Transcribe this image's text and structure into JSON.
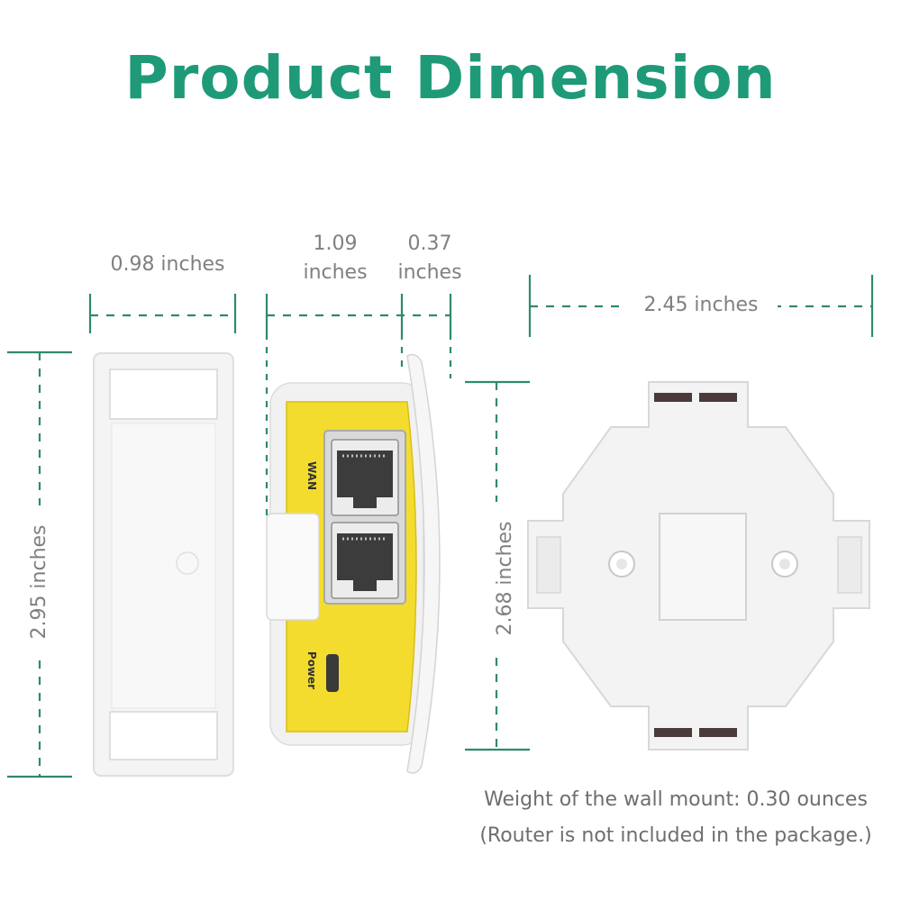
{
  "title": "Product Dimension",
  "dimensions": {
    "cover_width": "0.98 inches",
    "router_width_line1": "1.09",
    "router_width_line2": "inches",
    "clip_depth_line1": "0.37",
    "clip_depth_line2": "inches",
    "mount_width": "2.45 inches",
    "cover_height": "2.95 inches",
    "mount_height": "2.68 inches"
  },
  "router": {
    "port_label_wan": "WAN",
    "port_label_power": "Power"
  },
  "notes": {
    "weight": "Weight of the wall mount: 0.30 ounces",
    "disclaimer": "(Router is not included in the package.)"
  },
  "colors": {
    "accent": "#1f9a78",
    "router_body": "#f3dc2e",
    "plastic": "#f2f2f2"
  }
}
